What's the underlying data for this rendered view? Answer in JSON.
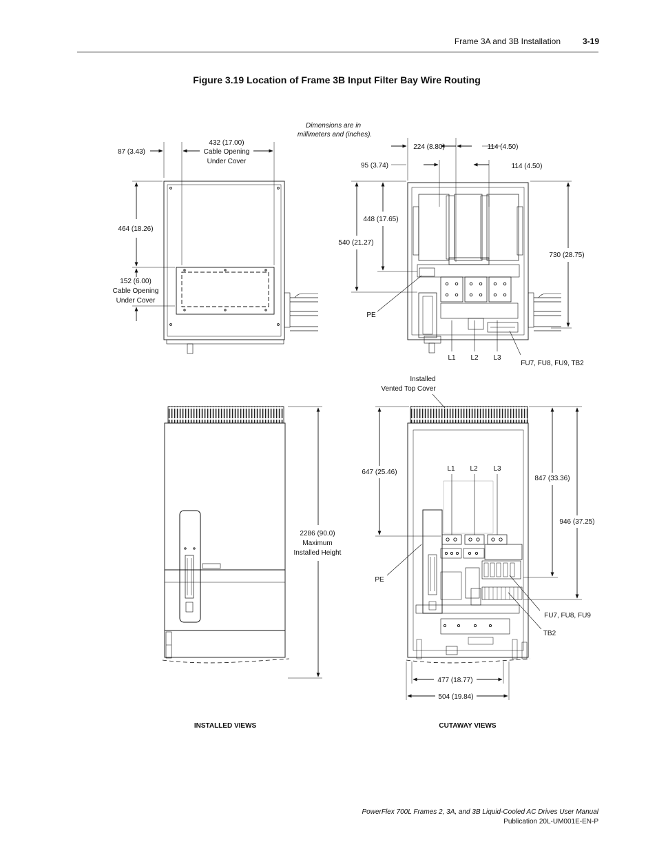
{
  "header": {
    "section_title": "Frame 3A and 3B Installation",
    "page_number": "3-19"
  },
  "figure": {
    "title": "Figure 3.19   Location of Frame 3B Input Filter Bay Wire Routing"
  },
  "note": {
    "line1": "Dimensions are in",
    "line2": "millimeters and (inches)."
  },
  "top_left": {
    "dim_87": "87 (3.43)",
    "dim_432": "432 (17.00)",
    "dim_432_l2": "Cable Opening",
    "dim_432_l3": "Under Cover",
    "dim_464": "464 (18.26)",
    "dim_152": "152 (6.00)",
    "dim_152_l2": "Cable Opening",
    "dim_152_l3": "Under Cover"
  },
  "top_right": {
    "dim_224": "224 (8.80)",
    "dim_114a": "114 (4.50)",
    "dim_95": "95 (3.74)",
    "dim_114b": "114 (4.50)",
    "dim_448": "448 (17.65)",
    "dim_540": "540 (21.27)",
    "dim_730": "730 (28.75)",
    "pe": "PE",
    "l1": "L1",
    "l2": "L2",
    "l3": "L3",
    "fuses": "FU7, FU8, FU9, TB2"
  },
  "bottom_left": {
    "dim_2286": "2286 (90.0)",
    "dim_2286_l2": "Maximum",
    "dim_2286_l3": "Installed Height"
  },
  "bottom_right": {
    "cover_l1": "Installed",
    "cover_l2": "Vented Top Cover",
    "dim_647": "647 (25.46)",
    "l1": "L1",
    "l2": "L2",
    "l3": "L3",
    "dim_847": "847 (33.36)",
    "dim_946": "946 (37.25)",
    "pe": "PE",
    "fuses": "FU7, FU8, FU9",
    "tb2": "TB2",
    "dim_477": "477 (18.77)",
    "dim_504": "504 (19.84)"
  },
  "captions": {
    "installed": "INSTALLED VIEWS",
    "cutaway": "CUTAWAY VIEWS"
  },
  "footer": {
    "manual": "PowerFlex 700L Frames 2, 3A, and 3B Liquid-Cooled AC Drives User Manual",
    "publication": "Publication 20L-UM001E-EN-P"
  }
}
